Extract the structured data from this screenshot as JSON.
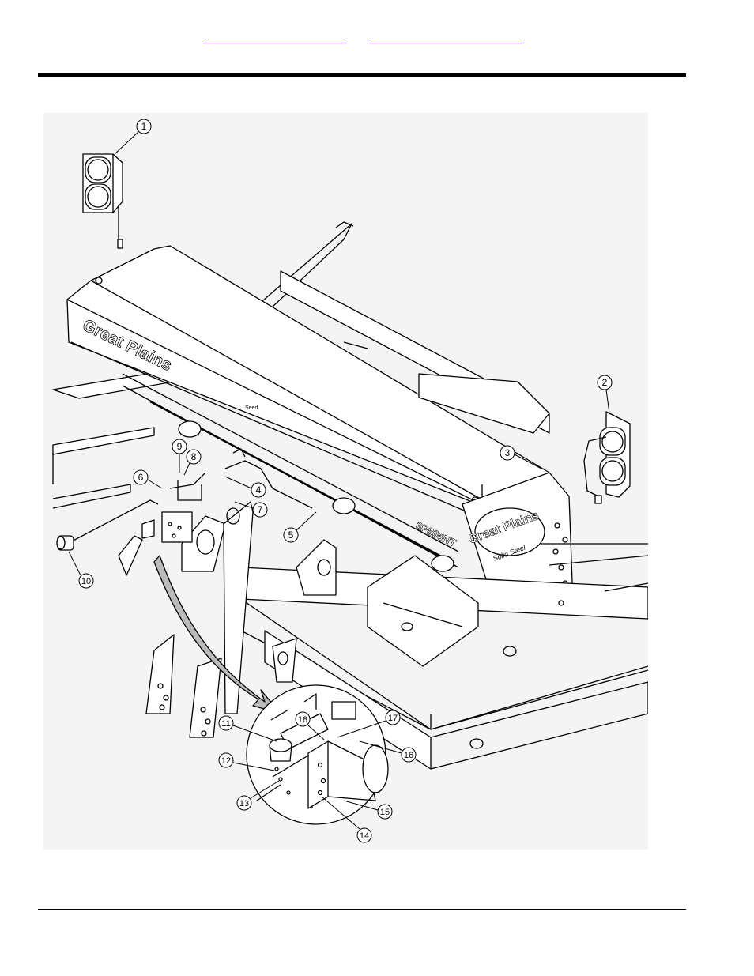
{
  "header": {
    "link_left": "",
    "link_right": ""
  },
  "diagram": {
    "callouts": [
      "1",
      "2",
      "3",
      "4",
      "5",
      "6",
      "7",
      "8",
      "9",
      "10",
      "11",
      "12",
      "13",
      "14",
      "15",
      "16",
      "17",
      "18"
    ],
    "hood_brand": "Great Plains",
    "model_decal": "3P806NT",
    "end_brand": "Great Plains",
    "end_script": "Solid Steel",
    "meter_label": "Seed"
  }
}
